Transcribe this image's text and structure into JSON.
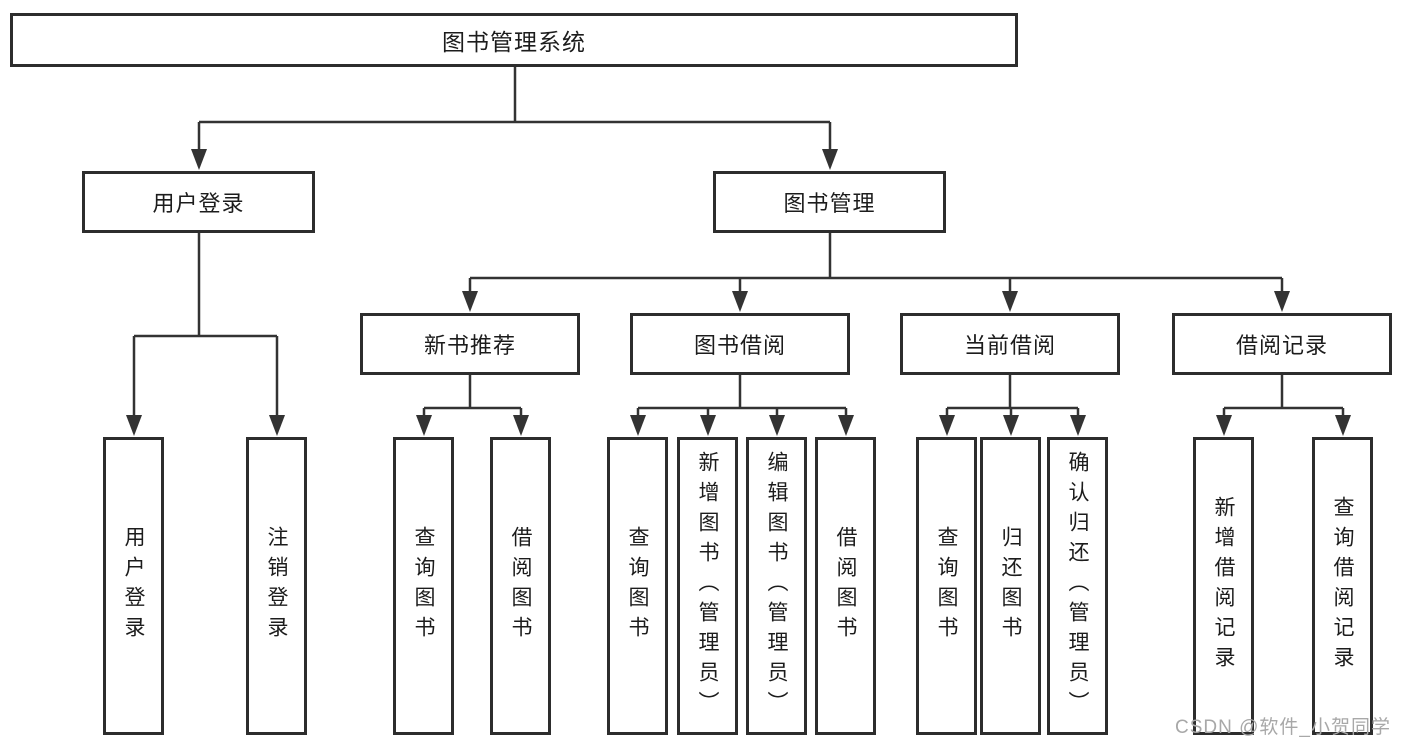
{
  "diagram_type": "hierarchy-tree",
  "tree": {
    "label": "图书管理系统",
    "children": [
      {
        "label": "用户登录",
        "children": [
          {
            "label": "用户登录"
          },
          {
            "label": "注销登录"
          }
        ]
      },
      {
        "label": "图书管理",
        "children": [
          {
            "label": "新书推荐",
            "children": [
              {
                "label": "查询图书"
              },
              {
                "label": "借阅图书"
              }
            ]
          },
          {
            "label": "图书借阅",
            "children": [
              {
                "label": "查询图书"
              },
              {
                "label": "新增图书（管理员）"
              },
              {
                "label": "编辑图书（管理员）"
              },
              {
                "label": "借阅图书"
              }
            ]
          },
          {
            "label": "当前借阅",
            "children": [
              {
                "label": "查询图书"
              },
              {
                "label": "归还图书"
              },
              {
                "label": "确认归还（管理员）"
              }
            ]
          },
          {
            "label": "借阅记录",
            "children": [
              {
                "label": "新增借阅记录"
              },
              {
                "label": "查询借阅记录"
              }
            ]
          }
        ]
      }
    ]
  },
  "watermark": {
    "text": "CSDN @软件_小贺同学"
  },
  "colors": {
    "background": "#ffffff",
    "line": "#333333",
    "box_border": "#2d2d2d",
    "text": "#1c1c1c",
    "watermark": "#a8a8a8"
  }
}
